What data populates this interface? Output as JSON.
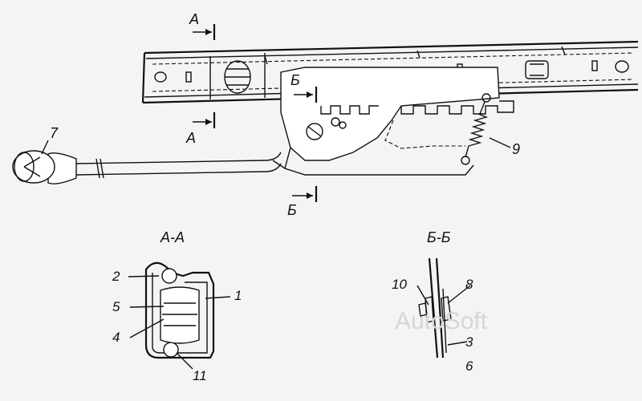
{
  "sections": {
    "aa_title": "А-А",
    "bb_title": "Б-Б"
  },
  "cut_marks": {
    "a_top": "А",
    "a_bottom": "А",
    "b_top": "Б",
    "b_bottom": "Б"
  },
  "callouts": {
    "c1": "1",
    "c2": "2",
    "c3": "3",
    "c4": "4",
    "c5": "5",
    "c6": "6",
    "c7": "7",
    "c8": "8",
    "c9": "9",
    "c10": "10",
    "c11": "11"
  },
  "watermark": "AutoSoft"
}
